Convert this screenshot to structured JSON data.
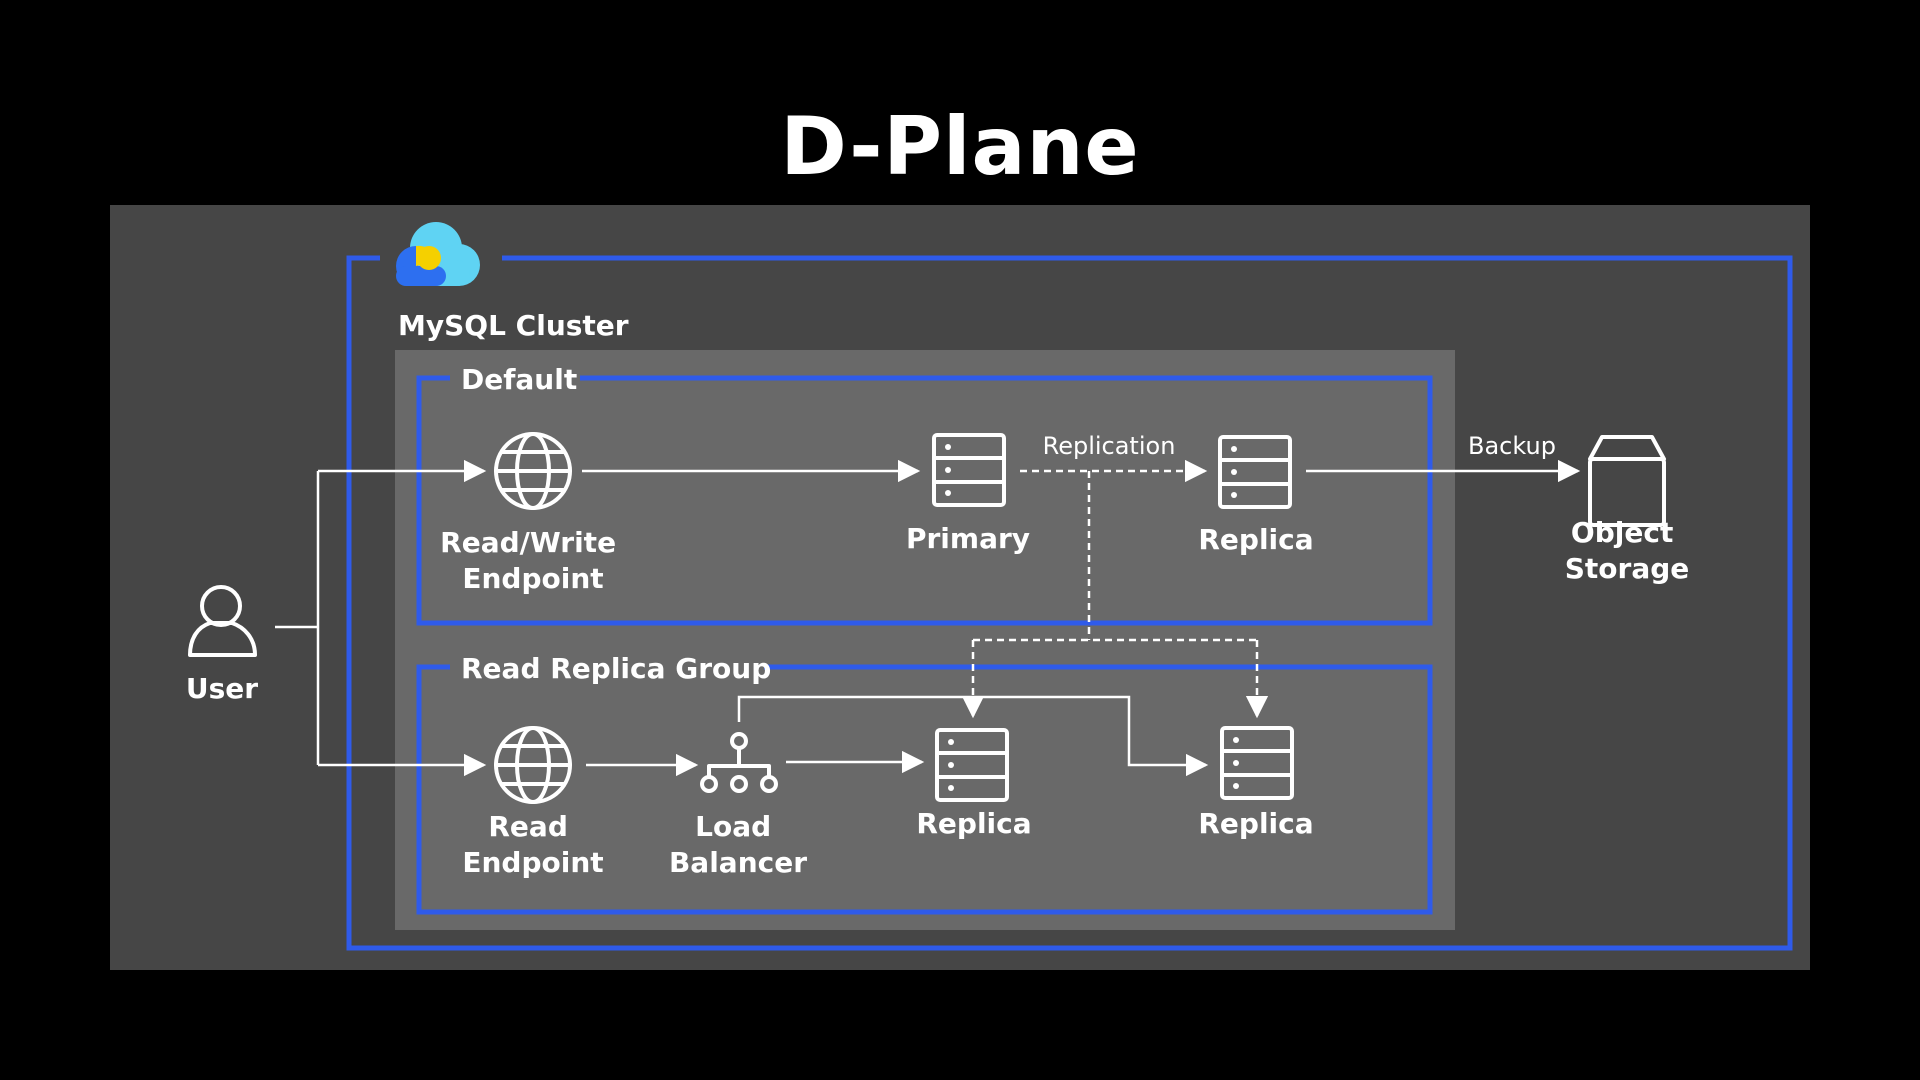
{
  "title": "D-Plane",
  "cluster": {
    "label": "MySQL Cluster",
    "icon": "cloud-icon"
  },
  "groups": {
    "default": "Default",
    "read_replica": "Read Replica Group"
  },
  "nodes": {
    "user": "User",
    "rw_endpoint": [
      "Read/Write",
      "Endpoint"
    ],
    "primary": "Primary",
    "replica_default": "Replica",
    "object_storage": [
      "Object",
      "Storage"
    ],
    "read_endpoint": [
      "Read",
      "Endpoint"
    ],
    "load_balancer": [
      "Load",
      "Balancer"
    ],
    "replica_1": "Replica",
    "replica_2": "Replica"
  },
  "edges": {
    "replication": "Replication",
    "backup": "Backup"
  },
  "colors": {
    "background": "#000000",
    "panel": "#464646",
    "group_panel": "#696969",
    "accent_blue": "#2f5bea",
    "cloud_cyan": "#5fd3f3",
    "cloud_blue": "#2d6ff0",
    "cloud_yellow": "#f5d000"
  }
}
